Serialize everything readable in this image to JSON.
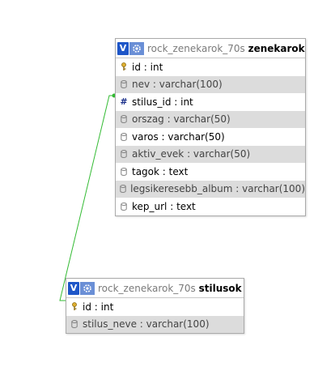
{
  "colors": {
    "relation_line": "#33bb33",
    "header_v_button": "#1e56c8",
    "header_gear_button": "#6a8fd6",
    "alt_row": "#dcdcdc"
  },
  "tables": {
    "zenekarok": {
      "db": "rock_zenekarok_70s",
      "name": "zenekarok",
      "columns": [
        {
          "label": "id : int",
          "icon": "key-icon"
        },
        {
          "label": "nev : varchar(100)",
          "icon": "column-icon"
        },
        {
          "label": "stilus_id : int",
          "icon": "index-hash-icon"
        },
        {
          "label": "orszag : varchar(50)",
          "icon": "column-icon"
        },
        {
          "label": "varos : varchar(50)",
          "icon": "column-icon"
        },
        {
          "label": "aktiv_evek : varchar(50)",
          "icon": "column-icon"
        },
        {
          "label": "tagok : text",
          "icon": "column-icon"
        },
        {
          "label": "legsikeresebb_album : varchar(100)",
          "icon": "column-icon"
        },
        {
          "label": "kep_url : text",
          "icon": "column-icon"
        }
      ]
    },
    "stilusok": {
      "db": "rock_zenekarok_70s",
      "name": "stilusok",
      "columns": [
        {
          "label": "id : int",
          "icon": "key-icon"
        },
        {
          "label": "stilus_neve : varchar(100)",
          "icon": "column-icon"
        }
      ]
    }
  },
  "header_button_v": "V",
  "relation": {
    "from": "zenekarok.stilus_id",
    "to": "stilusok.id"
  }
}
